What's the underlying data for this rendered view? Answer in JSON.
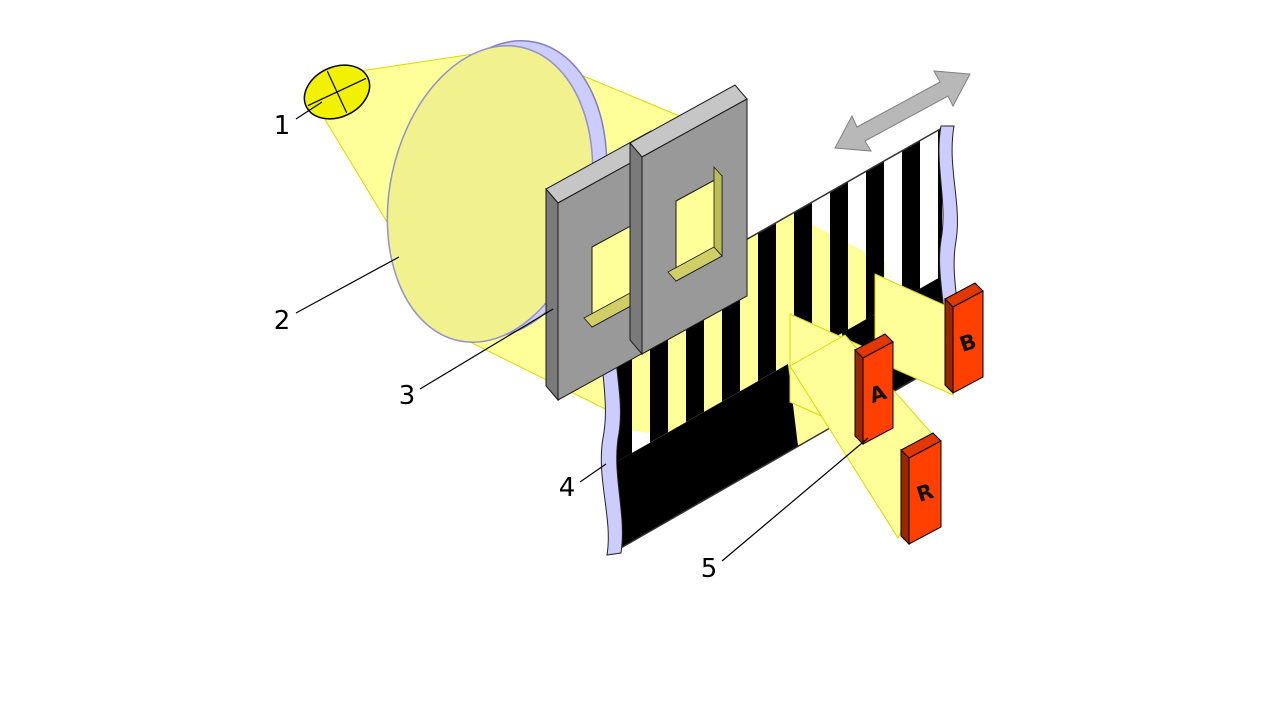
{
  "figure": {
    "callouts": {
      "c1": "1",
      "c2": "2",
      "c3": "3",
      "c4": "4",
      "c5": "5"
    },
    "detectors": {
      "a": "A",
      "b": "B",
      "r": "R"
    },
    "colors": {
      "beam": "#ffff99",
      "lamp": "#f2f200",
      "lens": "#ccccff",
      "scale_edge": "#ccccff",
      "mask_front": "#999999",
      "mask_top": "#c6c6c6",
      "mask_side": "#7a7a7a",
      "stripe": "#000000",
      "detector_front": "#ff4000",
      "detector_top": "#e03800",
      "detector_side": "#992800",
      "arrow": "#b8b8b8"
    }
  }
}
